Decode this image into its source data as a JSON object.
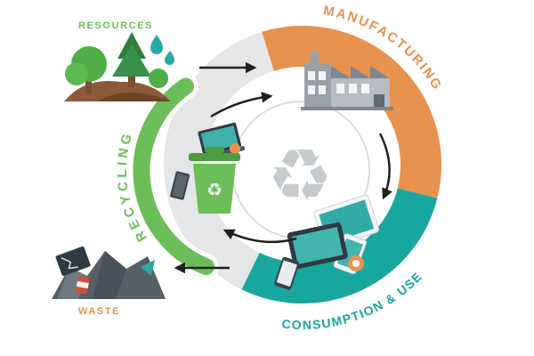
{
  "diagram": {
    "type": "circular-economy-lifecycle",
    "labels": {
      "resources": "RESOURCES",
      "manufacturing": "MANUFACTURING",
      "consumption_use": "CONSUMPTION & USE",
      "recycling": "RECYCLING",
      "waste": "WASTE"
    },
    "recycle_glyph": "♻",
    "colors": {
      "manufacturing_orange": "#E8924F",
      "consumption_teal": "#18A79F",
      "recycling_green": "#6CBE58",
      "ring_gray": "#E4E6E8",
      "inner_circle_stroke": "#D9DCDE",
      "center_symbol_gray": "#C5CACD",
      "arrow_black": "#1F1F1F",
      "resources_label_green": "#6CBE58",
      "waste_label_orange": "#E8924F"
    },
    "icons": [
      "trees-icon",
      "water-drops-icon",
      "factory-icon",
      "recycle-bin-icon",
      "laptop-icon",
      "electronics-icon",
      "waste-pile-icon",
      "recycle-symbol-icon",
      "flow-arrow-icon"
    ]
  }
}
